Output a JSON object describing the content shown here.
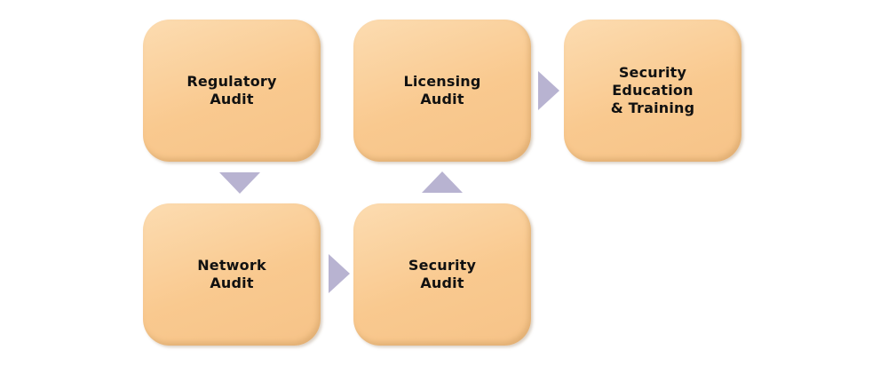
{
  "diagram": {
    "nodes": {
      "regulatory_audit": "Regulatory\nAudit",
      "licensing_audit": "Licensing\nAudit",
      "security_education": "Security\nEducation\n& Training",
      "network_audit": "Network\nAudit",
      "security_audit": "Security\nAudit"
    },
    "edges": [
      [
        "regulatory_audit",
        "network_audit"
      ],
      [
        "network_audit",
        "security_audit"
      ],
      [
        "security_audit",
        "licensing_audit"
      ],
      [
        "licensing_audit",
        "security_education"
      ]
    ],
    "colors": {
      "box_fill": "#f9c98f",
      "arrow": "#b8b3d1",
      "text": "#111111"
    }
  }
}
